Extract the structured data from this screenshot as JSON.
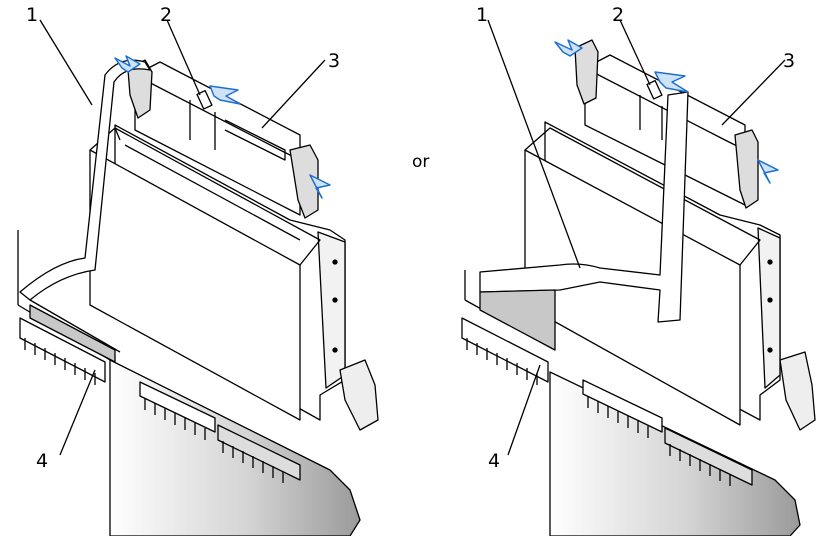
{
  "callouts": {
    "left": [
      "1",
      "2",
      "3",
      "4"
    ],
    "right": [
      "1",
      "2",
      "3",
      "4"
    ]
  },
  "separator": "or",
  "colors": {
    "line": "#000000",
    "arrow": "#1e6fd0",
    "arrow_fill": "#cfe3f7",
    "board_shade": "#bdbdbd"
  }
}
